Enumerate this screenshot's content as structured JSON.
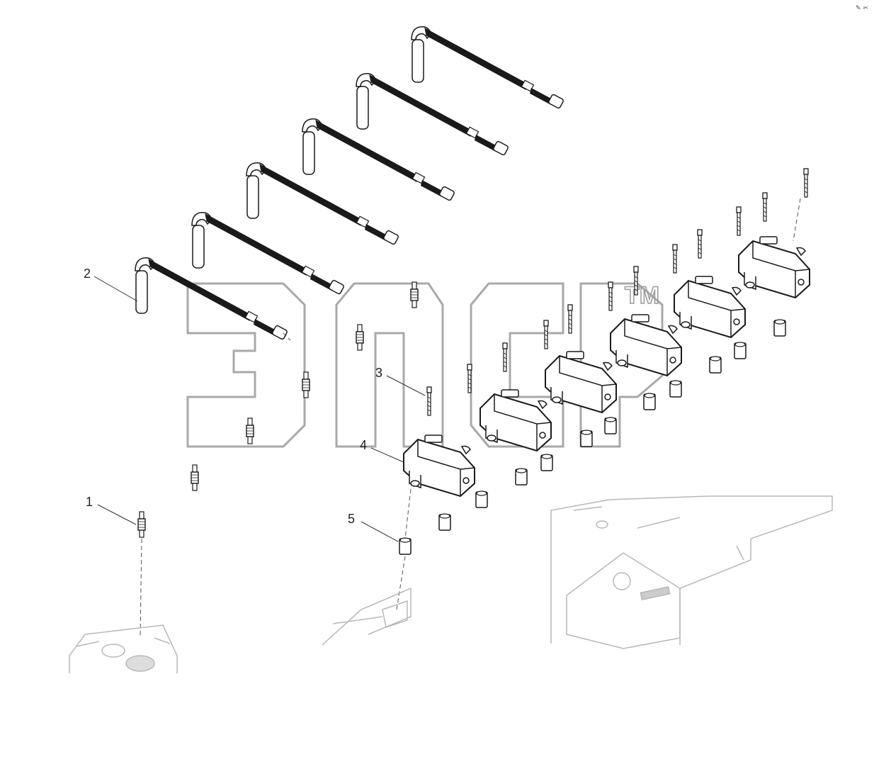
{
  "callouts": [
    {
      "id": "1",
      "label": "1"
    },
    {
      "id": "2",
      "label": "2"
    },
    {
      "id": "3",
      "label": "3"
    },
    {
      "id": "4",
      "label": "4"
    },
    {
      "id": "5",
      "label": "5"
    }
  ],
  "watermark": {
    "text": "эпс",
    "tm": "TM"
  },
  "corner_mark": "✎ ✂",
  "colors": {
    "line": "#1a1a1a",
    "watermark": "#9a9a9a",
    "engine": "#b8b8b8"
  }
}
